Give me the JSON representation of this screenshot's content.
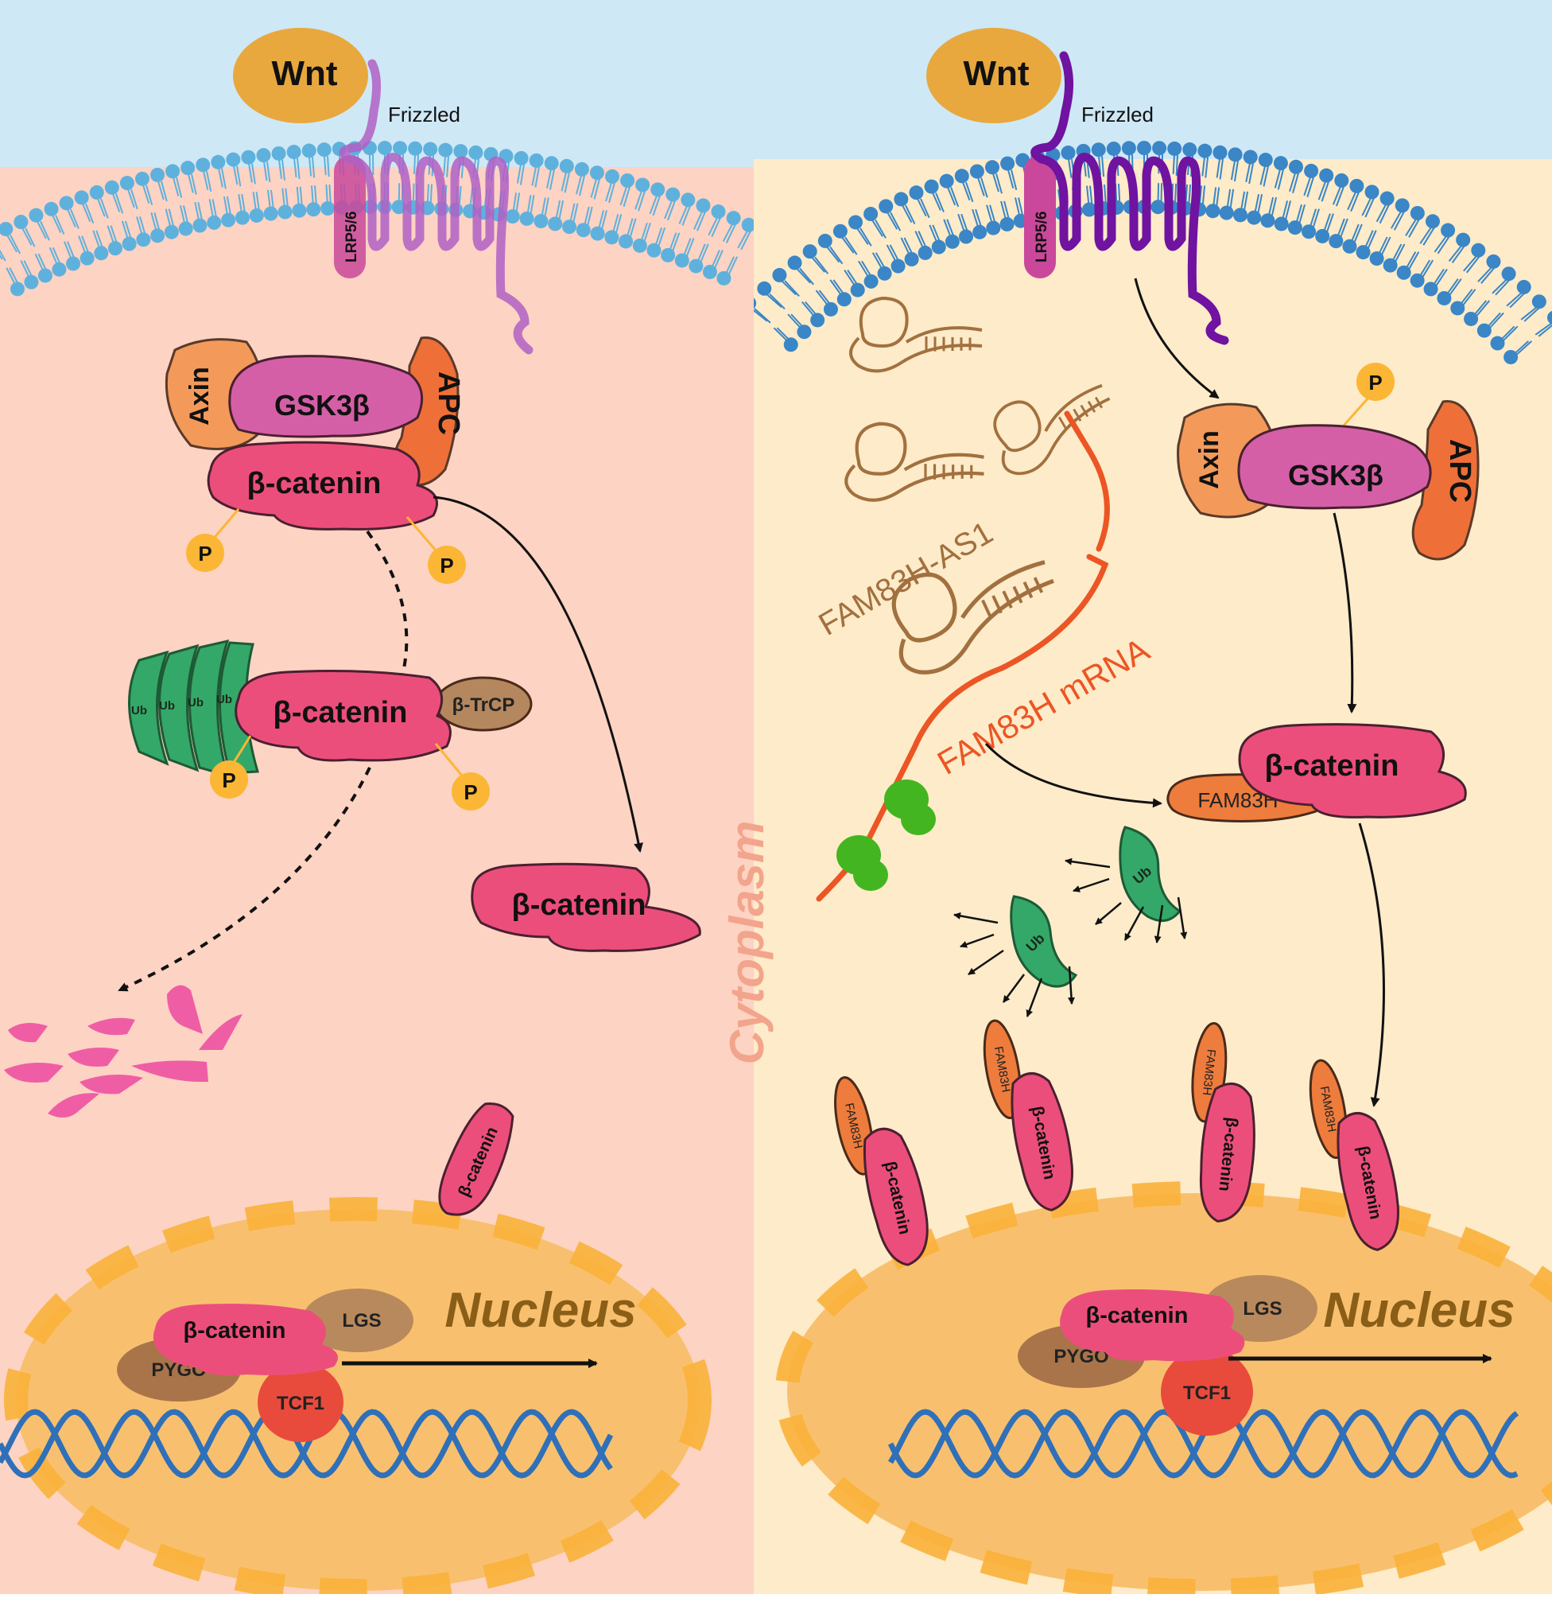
{
  "colors": {
    "extracellular": "#cfe8f5",
    "left_cytoplasm": "#fdd3c3",
    "right_cytoplasm": "#fdebc9",
    "membrane_left": "#5fb1dd",
    "membrane_right": "#3a86c6",
    "wnt": "#e8a83e",
    "lrp": "#c9489b",
    "frizzled_left": "#b060c4",
    "frizzled_right": "#6f13a0",
    "axin": "#f39a5a",
    "gsk": "#d55fa7",
    "apc": "#ee7038",
    "beta_catenin": "#ec4e7b",
    "phosphate": "#fbb635",
    "ubiquitin": "#34a869",
    "btrcp": "#b5875e",
    "lgs": "#b8895c",
    "pygo": "#a9744a",
    "tcf1": "#e84b3c",
    "dna": "#2f70b9",
    "nucleus": "#f8c06e",
    "nuclear_envelope": "#f9b13a",
    "lncrna": "#a2703f",
    "mrna": "#ec5524",
    "ribosome": "#43b520",
    "fam83h": "#ee7c3c",
    "degradation_fragments": "#ef5ea5",
    "nucleus_label": "#8a5e17",
    "cytoplasm_label": "#f2a58c"
  },
  "left": {
    "wnt": "Wnt",
    "frizzled": "Frizzled",
    "lrp": "LRP5/6",
    "axin": "Axin",
    "gsk": "GSK3β",
    "apc": "APC",
    "bcat_complex": "β-catenin",
    "p1": "P",
    "p2": "P",
    "ub": [
      "Ub",
      "Ub",
      "Ub",
      "Ub"
    ],
    "bcat_ub": "β-catenin",
    "btrcp": "β-TrCP",
    "p3": "P",
    "p4": "P",
    "bcat_free": "β-catenin",
    "bcat_tilted": "β-catenin",
    "nucleus": "Nucleus",
    "bcat_nuc": "β-catenin",
    "lgs": "LGS",
    "pygo": "PYGO",
    "tcf1": "TCF1"
  },
  "center": {
    "cytoplasm": "Cytoplasm"
  },
  "right": {
    "wnt": "Wnt",
    "frizzled": "Frizzled",
    "lrp": "LRP5/6",
    "p": "P",
    "axin": "Axin",
    "gsk": "GSK3β",
    "apc": "APC",
    "lncrna": "FAM83H-AS1",
    "mrna": "FAM83H mRNA",
    "bcat_main": "β-catenin",
    "fam83h_main": "FAM83H",
    "ub1": "Ub",
    "ub2": "Ub",
    "pairs": [
      {
        "fam": "FAM83H",
        "bcat": "β-catenin"
      },
      {
        "fam": "FAM83H",
        "bcat": "β-catenin"
      },
      {
        "fam": "FAM83H",
        "bcat": "β-catenin"
      },
      {
        "fam": "FAM83H",
        "bcat": "β-catenin"
      }
    ],
    "nucleus": "Nucleus",
    "bcat_nuc": "β-catenin",
    "lgs": "LGS",
    "pygo": "PYGO",
    "tcf1": "TCF1"
  }
}
